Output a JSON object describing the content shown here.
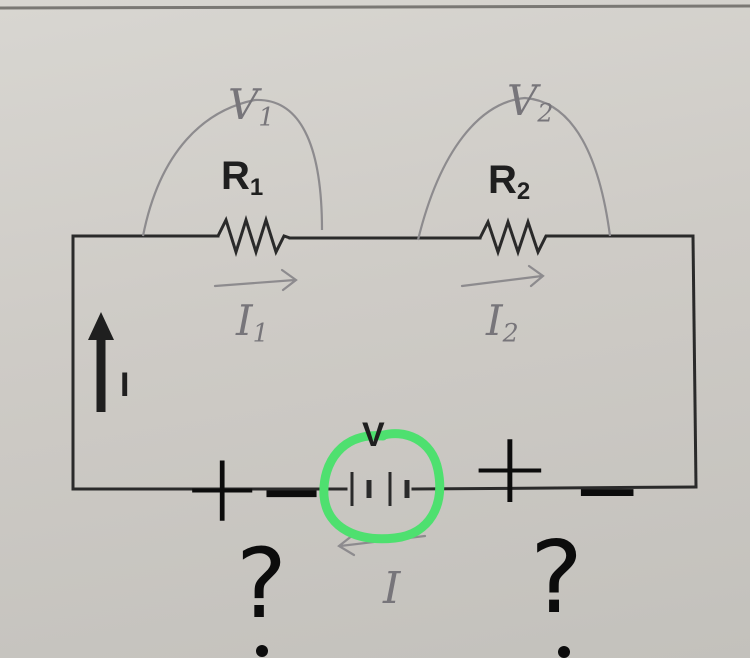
{
  "labels": {
    "r1_main": "R",
    "r1_sub": "1",
    "r2_main": "R",
    "r2_sub": "2",
    "v1_main": "V",
    "v1_sub": "1",
    "v2_main": "V",
    "v2_sub": "2",
    "i1_main": "I",
    "i1_sub": "1",
    "i2_main": "I",
    "i2_sub": "2",
    "i_left": "I",
    "v_source": "V",
    "i_bottom": "I"
  },
  "annotations": {
    "left_sign_plus": "+",
    "left_sign_minus": "−",
    "left_question": "?",
    "right_sign_plus": "+",
    "right_sign_minus": "−",
    "right_question": "?"
  },
  "colors": {
    "ink": "#2a2a2a",
    "faint_ink": "#8d8b8e",
    "marker": "#0c0c0c",
    "highlight": "#4ee06f"
  }
}
